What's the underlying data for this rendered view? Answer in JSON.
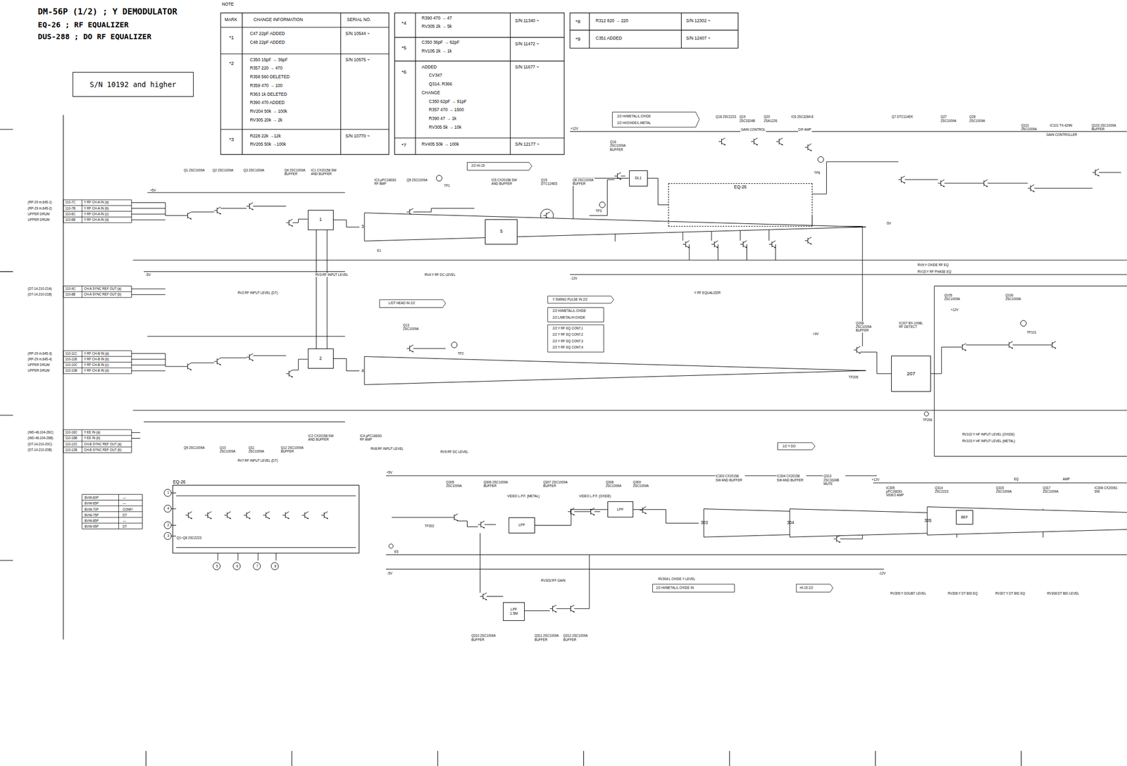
{
  "diagram": {
    "title": "DM-56P (1/2) ; Y DEMODULATOR",
    "nodes": [
      {
        "text": [
          "S/N 10192 and higher"
        ]
      },
      {
        "text": [
          "1"
        ]
      },
      {
        "text": [
          "3"
        ]
      },
      {
        "text": [
          "5"
        ]
      },
      {
        "text": [
          "2"
        ]
      },
      {
        "text": [
          "4"
        ]
      },
      {
        "text": [
          "DL1"
        ]
      },
      {
        "text": [
          "EQ-26"
        ]
      },
      {
        "text": [
          "207"
        ]
      },
      {
        "text": [
          "LPF"
        ]
      },
      {
        "text": [
          "LPF"
        ]
      },
      {
        "text": [
          "303"
        ]
      },
      {
        "text": [
          "304"
        ]
      },
      {
        "text": [
          "305"
        ]
      },
      {
        "text": [
          "BEF"
        ]
      },
      {
        "text": [
          "LPF",
          "1.5M"
        ]
      },
      {
        "text": [
          "EQ-26"
        ]
      }
    ],
    "edges": [
      {
        "from": 1,
        "to": 2,
        "arrow": "none"
      },
      {
        "from": 2,
        "to": 3,
        "arrow": "none"
      },
      {
        "from": 4,
        "to": 5,
        "arrow": "none"
      },
      {
        "from": 3,
        "to": 6,
        "arrow": "none"
      },
      {
        "from": 6,
        "to": 7,
        "arrow": "none"
      },
      {
        "from": 9,
        "to": 10,
        "arrow": "none"
      },
      {
        "from": 10,
        "to": 11,
        "arrow": "none"
      },
      {
        "from": 11,
        "to": 12,
        "arrow": "none"
      },
      {
        "from": 12,
        "to": 13,
        "arrow": "none"
      },
      {
        "from": 13,
        "to": 14,
        "arrow": "none"
      }
    ],
    "labels": [
      "EQ-26 ; RF EQUALIZER",
      "DUS-288 ; DO RF EQUALIZER",
      "NOTE",
      "MARK",
      "CHANGE INFORMATION",
      "SERIAL NO.",
      "*1",
      "C47 22pF ADDED",
      "C48 22pF ADDED",
      "S/N 10544 ~",
      "*2",
      "C350 15pF → 36pF",
      "R357 220 → 470",
      "R358 560 DELETED",
      "R359 470 → 100",
      "R363 1k DELETED",
      "R390 470 ADDED",
      "RV204 50k → 100k",
      "RV305 20k → 2k",
      "S/N 10575 ~",
      "*3",
      "R228 22k →12k",
      "RV205 50k →100k",
      "S/N 10770 ~",
      "*4",
      "R390 470 → 47",
      "RV305 2k → 5k",
      "S/N 11340 ~",
      "*5",
      "C350 36pF → 62pF",
      "RV105 2k → 1k",
      "S/N 11472 ~",
      "*6",
      "ADDED",
      "CV347",
      "Q314, R366",
      "CHANGE",
      "C350 62pF → 91pF",
      "R357 470 → 1500",
      "R390 47 → 1k",
      "RV305 5k → 10k",
      "S/N 11677 ~",
      "*7",
      "RV405 50k → 100k",
      "S/N 12177 ~",
      "*8",
      "R312 820 → 220",
      "S/N 12302 ~",
      "*9",
      "C351 ADDED",
      "S/N 12407 ~",
      "(RP-29 m.645-1)",
      "110-7C",
      "Y RF CH-A IN (a)",
      "(RP-29 m.645-2)",
      "110-7B",
      "Y RF CH-A IN (b)",
      "UPPER DRUM",
      "110-6C",
      "Y RF CH-A IN (c)",
      "UPPER DRUM",
      "110-6B",
      "Y RF CH-A IN (d)",
      "(DT-14.210-21A)",
      "110-9C",
      "CH-A SYNC REF OUT (a)",
      "(DT-14.210-21B)",
      "110-8B",
      "CH-A SYNC REF OUT (b)",
      "(RP-29 m.645-3)",
      "110-11C",
      "Y RF CH-B IN (a)",
      "(RP-29 m.645-4)",
      "110-11B",
      "Y RF CH-B IN (b)",
      "UPPER DRUM",
      "110-10C",
      "Y RF CH-B IN (c)",
      "UPPER DRUM",
      "110-10B",
      "Y RF CH-B IN (d)",
      "(WD-46.104-26C)",
      "110-16C",
      "Y EE IN (a)",
      "(WD-46.104-26B)",
      "110-16B",
      "Y EE IN (b)",
      "(DT-14.210-20C)",
      "110-12C",
      "CH-B SYNC REF OUT (a)",
      "(DT-14.210-20B)",
      "110-12B",
      "CH-B SYNC REF OUT (b)",
      "Q1 2SC1009A",
      "Q2 2SC1009A",
      "Q3 2SC1009A",
      "Q4 2SC1009A BUFFER",
      "IC1 CX20158 SW AND BUFFER",
      "IC3 μPC1663G RF AMP",
      "Q5 2SC1009A",
      "IC5 CX20158 SW AND BUFFER",
      "Q15 DTC124ES",
      "Q6 2SC1009A BUFFER",
      "Q16 2SC1009A BUFFER",
      "Q18 2SC2223",
      "Q19 2SC3324B",
      "GAIN CONTROL",
      "Q20 2SA1226",
      "IC6 2SC3284-E",
      "DIF AMP",
      "Q7 DTC114EK",
      "Q27 2SC1009A",
      "Q28 2SC1009A",
      "Q101 2SC1009A",
      "IC101 TX-429N",
      "GAIN CONTROLLER",
      "Q103 2SC1009A BUFFER",
      "RV3:RF INPUT LEVEL",
      "RV4:Y RF DC LEVEL",
      "RV2:RF INPUT LEVEL (DT)",
      "RV9:Y OXIDE RF EQ",
      "RV15:Y RF PHASE EQ",
      "Y RF EQUALIZER",
      "Q9 2SC1009A",
      "Q10 2SC1009A",
      "Q11 2SC1009A",
      "Q12 2SC1009A BUFFER",
      "IC2 CX20158 SW AND BUFFER",
      "IC4 μPC1663G RF AMP",
      "RV7:RF INPUT LEVEL (DT)",
      "RV8:RF INPUT LEVEL",
      "RV9:RF DC LEVEL",
      "Q13 2SC1009A",
      "Q305 2SC1009A",
      "Q306 2SC1009A BUFFER",
      "Q307 2SC1009A BUFFER",
      "Q308 2SC1009A",
      "Q309 2SC1009A",
      "VIDEO L.P.F. (METAL)",
      "VIDEO L.P.F. (OXIDE)",
      "IC303 CX20158 SW AND BUFFER",
      "IC304 CX20158 SW AND BUFFER",
      "Q313 2SC3324B MUTE",
      "IC305 μPC1663G VIDEO AMP",
      "Q314 2SC2223",
      "Q315 2SC1009A",
      "Q317 2SC1009A",
      "IC306 CX20061 SW",
      "EQ",
      "AMP",
      "RV303:IFF GAIN",
      "RV304:L OXIDE Y LEVEL",
      "RV305:Y DOUBT LEVEL",
      "RV306:Y DT BID EQ",
      "RV307:Y DT BID EQ",
      "RV308:DT BID LEVEL",
      "Q310 2SC1009A BUFFER",
      "Q311 2SC1009A BUFFER",
      "Q312 2SC1009A BUFFER",
      "Q1~Q8 2SC2223",
      "Q208 2SC1009A BUFFER",
      "IC207 BX-1098L RF DETECT",
      "TP205",
      "TP206",
      "RV102:Y HF INPUT LEVEL (OXIDE)",
      "RV103:Y HF INPUT LEVEL (METAL)",
      "Q105 2SC1009A",
      "Q106 2SC1009A",
      "TP101",
      "2/2 HI/METAL/L:OXIDE",
      "2/2 HI/OXIDE/L:METAL",
      "2/2 HI-15",
      "L/DT HEAD IN 2/2",
      "Y SWING PULSE IN 2/2",
      "2/2 HI/METAL/L:OXIDE",
      "2/2 L/METAL/H:OXIDE",
      "2/2 Y RF EQ CONT.1",
      "2/2 Y RF EQ CONT.2",
      "2/2 Y RF EQ CONT.3",
      "2/2 Y RF EQ CONT.4",
      "1/2 Y DO",
      "2/2 HI/METAL/L:OXIDE IN",
      "HI-15 2/2",
      "TP1",
      "TP2",
      "TP3",
      "TP6",
      "E1",
      "E5",
      "TP302",
      "BVW-60P",
      "—",
      "BVW-65P",
      "—",
      "BVW-70P",
      "CONF/",
      "BVW-75P",
      "DT",
      "BVW-85P",
      "—",
      "BVW-95P",
      "DT",
      "+5V",
      "-5V",
      "+12V",
      "-12V",
      "+5V",
      "-5V",
      "+12V",
      "-12V",
      "+9V",
      "-5V",
      "+12V",
      "1",
      "4",
      "2",
      "3",
      "5",
      "6",
      "7",
      "8"
    ]
  }
}
